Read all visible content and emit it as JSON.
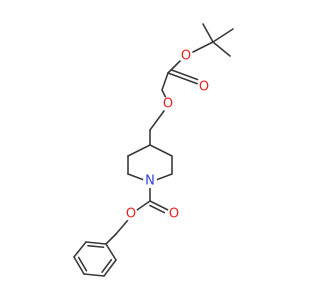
{
  "molecule": {
    "atoms": [
      {
        "id": "O1",
        "label": "O",
        "color": "#e8231e"
      },
      {
        "id": "O2",
        "label": "O",
        "color": "#e8231e"
      },
      {
        "id": "O3",
        "label": "O",
        "color": "#e8231e"
      },
      {
        "id": "N1",
        "label": "N",
        "color": "#2f3fd9"
      },
      {
        "id": "O4",
        "label": "O",
        "color": "#e8231e"
      },
      {
        "id": "O5",
        "label": "O",
        "color": "#e8231e"
      }
    ],
    "bond_color": "#3a3a3a"
  }
}
